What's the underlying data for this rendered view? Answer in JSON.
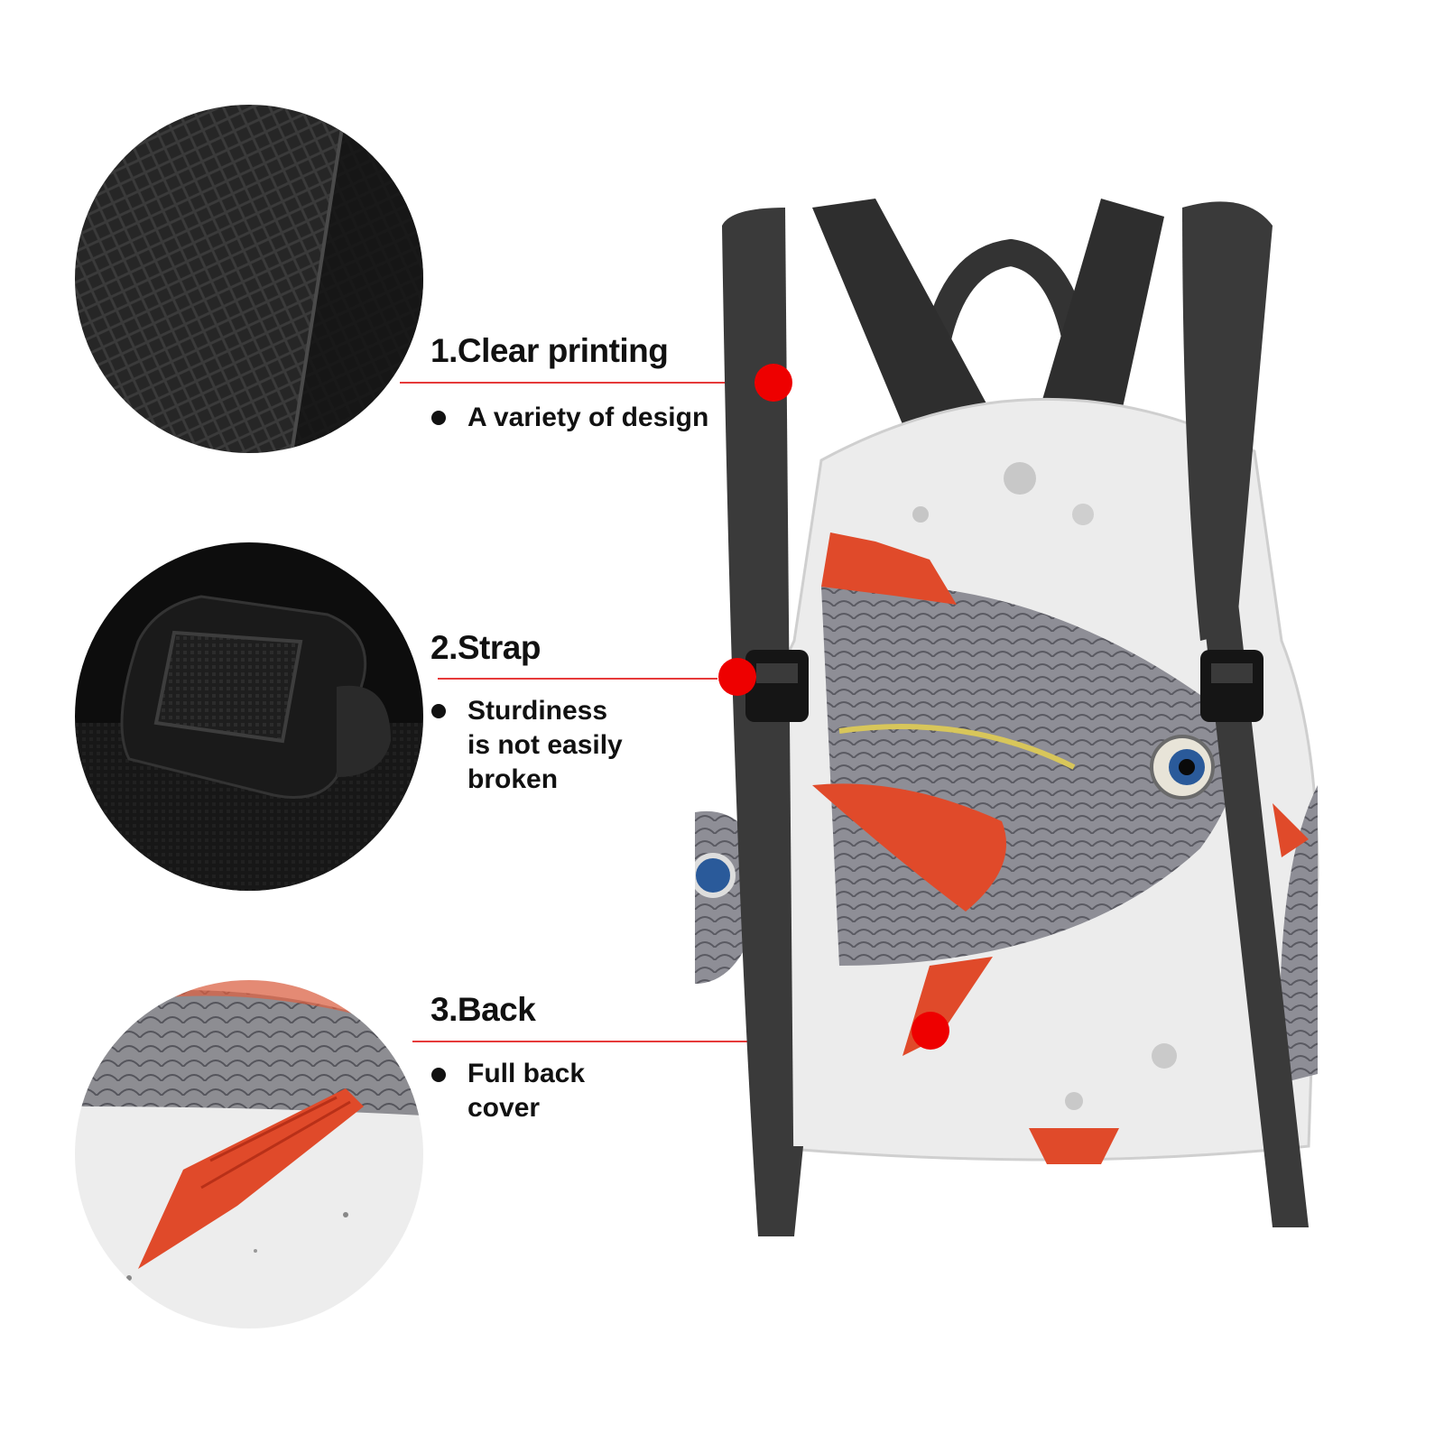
{
  "features": [
    {
      "title": "1.Clear printing",
      "desc": [
        "A variety of design"
      ]
    },
    {
      "title": "2.Strap",
      "desc": [
        "Sturdiness",
        "is not easily",
        "broken"
      ]
    },
    {
      "title": "3.Back",
      "desc": [
        "Full back",
        "cover"
      ]
    }
  ],
  "colors": {
    "accent_red": "#ee0000",
    "rule_red": "#e63a3a",
    "strap_dark": "#3a3a3a",
    "fin_orange": "#e04a2a",
    "fabric_white": "#ececec"
  }
}
